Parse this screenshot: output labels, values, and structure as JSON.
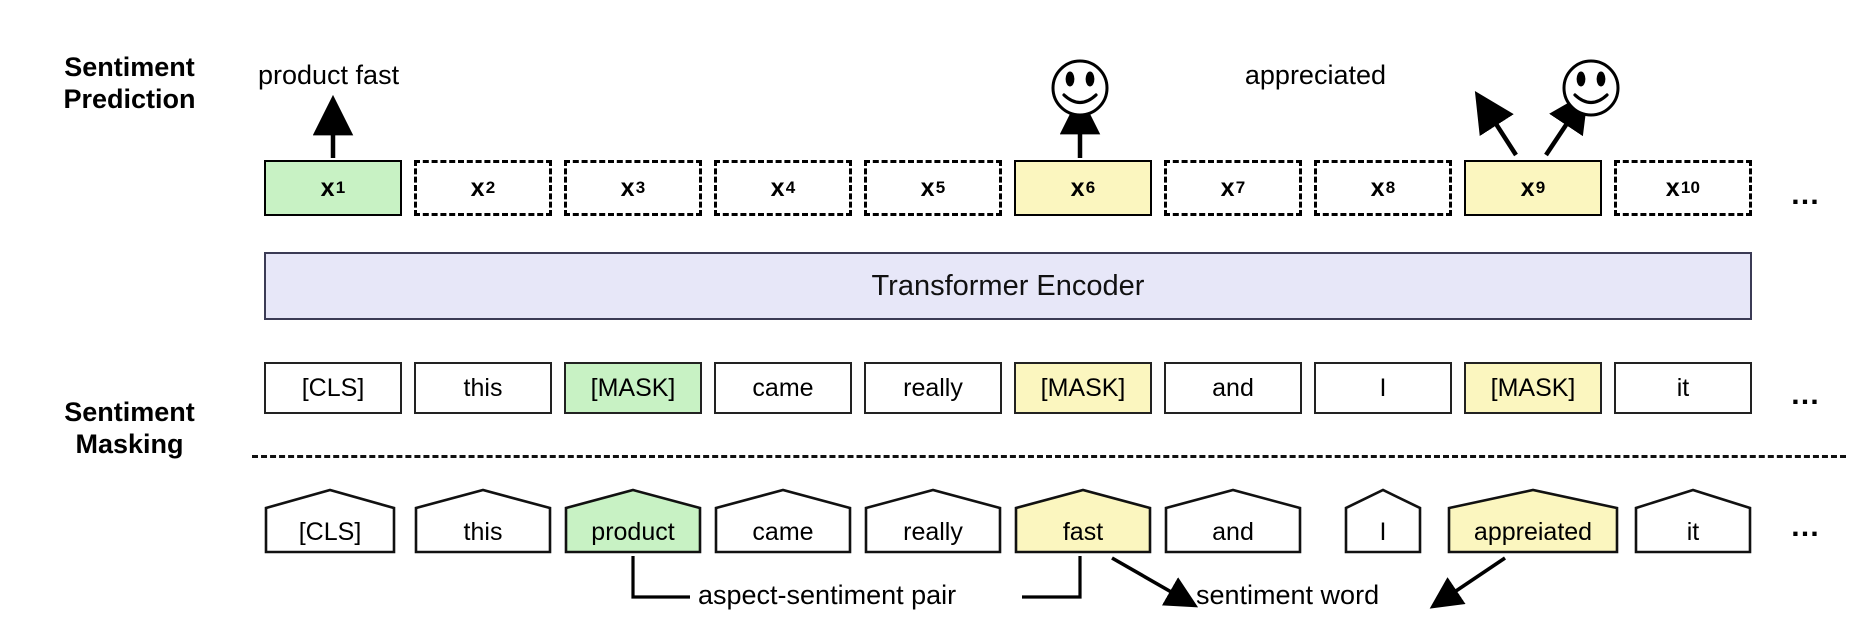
{
  "figure": {
    "side_labels": {
      "prediction": "Sentiment\nPrediction",
      "prediction_line1": "Sentiment",
      "prediction_line2": "Prediction",
      "masking_line1": "Sentiment",
      "masking_line2": "Masking"
    },
    "encoder_label": "Transformer Encoder",
    "ellipsis": "…",
    "colors": {
      "aspect_green": "#c8f2c4",
      "sentiment_yellow": "#fbf6bf",
      "encoder_lavender": "#e7e7f8",
      "stroke": "#000000"
    },
    "annotations": {
      "predicted_aspect": "product fast",
      "predicted_word": "appreciated",
      "smiley_icon_1": "smiley-face-icon",
      "smiley_icon_2": "smiley-face-icon",
      "aspect_pair_caption": "aspect-sentiment pair",
      "sentiment_word_caption": "sentiment word"
    },
    "hidden_states": [
      {
        "base": "x",
        "sub": "1",
        "style": "green"
      },
      {
        "base": "x",
        "sub": "2",
        "style": "dashed"
      },
      {
        "base": "x",
        "sub": "3",
        "style": "dashed"
      },
      {
        "base": "x",
        "sub": "4",
        "style": "dashed"
      },
      {
        "base": "x",
        "sub": "5",
        "style": "dashed"
      },
      {
        "base": "x",
        "sub": "6",
        "style": "yellow"
      },
      {
        "base": "x",
        "sub": "7",
        "style": "dashed"
      },
      {
        "base": "x",
        "sub": "8",
        "style": "dashed"
      },
      {
        "base": "x",
        "sub": "9",
        "style": "yellow"
      },
      {
        "base": "x",
        "sub": "10",
        "style": "dashed"
      }
    ],
    "masked_tokens": [
      {
        "text": "[CLS]",
        "style": "plain"
      },
      {
        "text": "this",
        "style": "plain"
      },
      {
        "text": "[MASK]",
        "style": "green"
      },
      {
        "text": "came",
        "style": "plain"
      },
      {
        "text": "really",
        "style": "plain"
      },
      {
        "text": "[MASK]",
        "style": "yellow"
      },
      {
        "text": "and",
        "style": "plain"
      },
      {
        "text": "I",
        "style": "plain"
      },
      {
        "text": "[MASK]",
        "style": "yellow"
      },
      {
        "text": "it",
        "style": "plain"
      }
    ],
    "input_tokens": [
      {
        "text": "[CLS]",
        "style": "plain"
      },
      {
        "text": "this",
        "style": "plain"
      },
      {
        "text": "product",
        "style": "green"
      },
      {
        "text": "came",
        "style": "plain"
      },
      {
        "text": "really",
        "style": "plain"
      },
      {
        "text": "fast",
        "style": "yellow"
      },
      {
        "text": "and",
        "style": "plain"
      },
      {
        "text": "I",
        "style": "plain"
      },
      {
        "text": "appreiated",
        "style": "yellow"
      },
      {
        "text": "it",
        "style": "plain"
      }
    ]
  }
}
